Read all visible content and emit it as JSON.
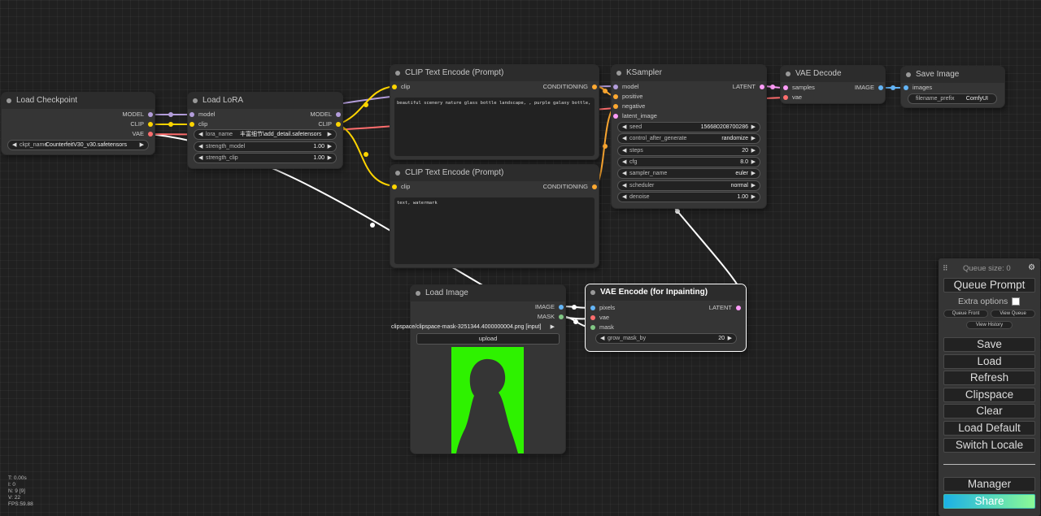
{
  "nodes": {
    "load_checkpoint": {
      "title": "Load Checkpoint",
      "outputs": [
        "MODEL",
        "CLIP",
        "VAE"
      ],
      "ckpt_label": "ckpt_name",
      "ckpt_value": "CounterfeitV30_v30.safetensors"
    },
    "load_lora": {
      "title": "Load LoRA",
      "inputs": [
        "model",
        "clip"
      ],
      "outputs": [
        "MODEL",
        "CLIP"
      ],
      "lora_label": "lora_name",
      "lora_value": "丰富细节\\add_detail.safetensors",
      "strength_model_label": "strength_model",
      "strength_model_value": "1.00",
      "strength_clip_label": "strength_clip",
      "strength_clip_value": "1.00"
    },
    "clip_pos": {
      "title": "CLIP Text Encode (Prompt)",
      "input": "clip",
      "output": "CONDITIONING",
      "text": "beautiful scenery nature glass bottle landscape, , purple galaxy bottle,"
    },
    "clip_neg": {
      "title": "CLIP Text Encode (Prompt)",
      "input": "clip",
      "output": "CONDITIONING",
      "text": "text, watermark"
    },
    "ksampler": {
      "title": "KSampler",
      "inputs": [
        "model",
        "positive",
        "negative",
        "latent_image"
      ],
      "output": "LATENT",
      "widgets": [
        {
          "label": "seed",
          "value": "156680208700286"
        },
        {
          "label": "control_after_generate",
          "value": "randomize"
        },
        {
          "label": "steps",
          "value": "20"
        },
        {
          "label": "cfg",
          "value": "8.0"
        },
        {
          "label": "sampler_name",
          "value": "euler"
        },
        {
          "label": "scheduler",
          "value": "normal"
        },
        {
          "label": "denoise",
          "value": "1.00"
        }
      ]
    },
    "vae_decode": {
      "title": "VAE Decode",
      "inputs": [
        "samples",
        "vae"
      ],
      "output": "IMAGE"
    },
    "save_image": {
      "title": "Save Image",
      "input": "images",
      "prefix_label": "filename_prefix",
      "prefix_value": "ComfyUI"
    },
    "load_image": {
      "title": "Load Image",
      "outputs": [
        "IMAGE",
        "MASK"
      ],
      "image_value": "clipspace/clipspace-mask-3251344.4000000004.png [input]",
      "upload_label": "upload"
    },
    "vae_encode_inpaint": {
      "title": "VAE Encode (for Inpainting)",
      "inputs": [
        "pixels",
        "vae",
        "mask"
      ],
      "output": "LATENT",
      "grow_label": "grow_mask_by",
      "grow_value": "20"
    }
  },
  "stats": [
    "T: 0.00s",
    "I: 0",
    "N: 9 [9]",
    "V: 22",
    "FPS:59.88"
  ],
  "menu": {
    "queue_size": "Queue size: 0",
    "queue_prompt": "Queue Prompt",
    "extra_options": "Extra options",
    "queue_front": "Queue Front",
    "view_queue": "View Queue",
    "view_history": "View History",
    "save": "Save",
    "load": "Load",
    "refresh": "Refresh",
    "clipspace": "Clipspace",
    "clear": "Clear",
    "load_default": "Load Default",
    "switch_locale": "Switch Locale",
    "manager": "Manager",
    "share": "Share"
  },
  "colors": {
    "model": "#b39ddb",
    "clip": "#ffd500",
    "vae": "#ff6e6e",
    "conditioning": "#ffa931",
    "latent": "#ff9cf9",
    "image": "#64b5f6",
    "mask": "#81c784",
    "mask_bg": "#2ef200"
  }
}
